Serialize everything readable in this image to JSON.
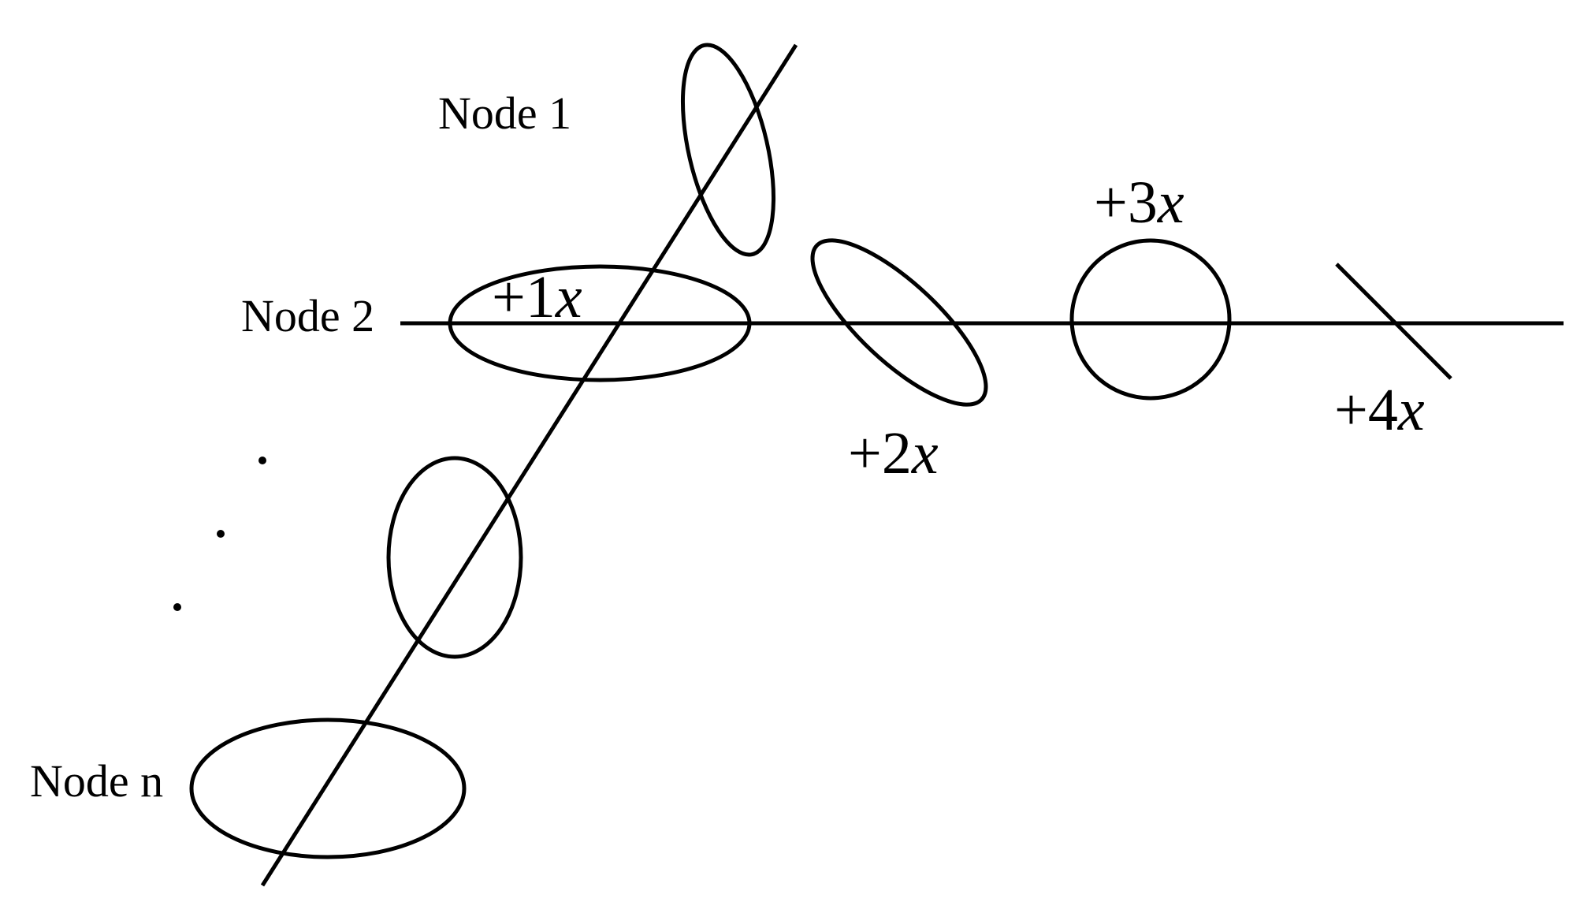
{
  "diagram": {
    "nodes": {
      "node1": "Node 1",
      "node2": "Node 2",
      "noden": "Node n"
    },
    "offsets": {
      "plus1": {
        "prefix": "+1",
        "var": "x"
      },
      "plus2": {
        "prefix": "+2",
        "var": "x"
      },
      "plus3": {
        "prefix": "+3",
        "var": "x"
      },
      "plus4": {
        "prefix": "+4",
        "var": "x"
      }
    },
    "colors": {
      "stroke": "#000000",
      "background": "#ffffff"
    }
  }
}
